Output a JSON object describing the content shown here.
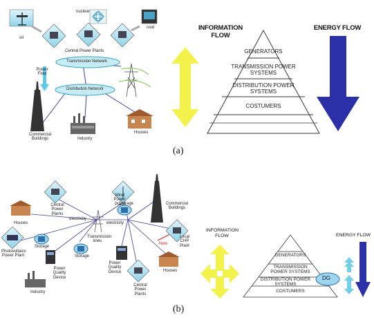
{
  "colors": {
    "yellow_arrow": "#f2f24a",
    "blue_arrow": "#2b2fa8",
    "light_blue": "#5ec8e8",
    "ellipse_fill": "#c8ecf5",
    "ellipse_stroke": "#2aa3c9",
    "network_line": "#3b3ba6"
  },
  "panel_a": {
    "caption": "(a)",
    "labels": {
      "oil": "oil",
      "nuclear": "nuclear",
      "coal": "coal",
      "central_power_plants": "Central Power Plants",
      "transmission_network": "Transmission Network",
      "power_flow": "Power Flow",
      "distribution_network": "Distribution Network",
      "commercial_buildings": "Commercial Buildings",
      "industry": "Industry",
      "houses": "Houses"
    },
    "information_flow": "INFORMATION FLOW",
    "energy_flow": "ENERGY FLOW",
    "pyramid": [
      "GENERATORS",
      "TRANSMISSION POWER SYSTEMS",
      "DISTRIBUTION POWER SYSTEMS",
      "COSTUMERS"
    ]
  },
  "panel_b": {
    "caption": "(b)",
    "labels": {
      "central_power_plants_top": "Central Power Plants",
      "wind_power_plant": "Wind Power Plant",
      "commercial_buildings": "Commercial Buildings",
      "houses_left": "Houses",
      "electricity_left": "electricity",
      "electricity_right": "electricity",
      "storage_left": "Storage",
      "storage_center": "Storage",
      "storage_right": "Storage",
      "photovoltaics": "Photovoltaics Power Plant",
      "transmission_lines": "Transmission lines",
      "local_chp_plant": "Local CHP Plant",
      "new": "New",
      "power_quality_device_left": "Power Quality Device",
      "power_quality_device_right": "Power Quality Device",
      "houses_right": "Houses",
      "industry": "Industry",
      "central_power_plants_bottom": "Central Power Plants"
    },
    "information_flow": "INFORMATION FLOW",
    "energy_flow": "ENERGY FLOW",
    "dg": "DG",
    "pyramid": [
      "GENERATORS",
      "TRANSMISSION POWER SYSTEMS",
      "DISTRIBUTION POWER SYSTEMS",
      "COSTUMERS"
    ]
  }
}
